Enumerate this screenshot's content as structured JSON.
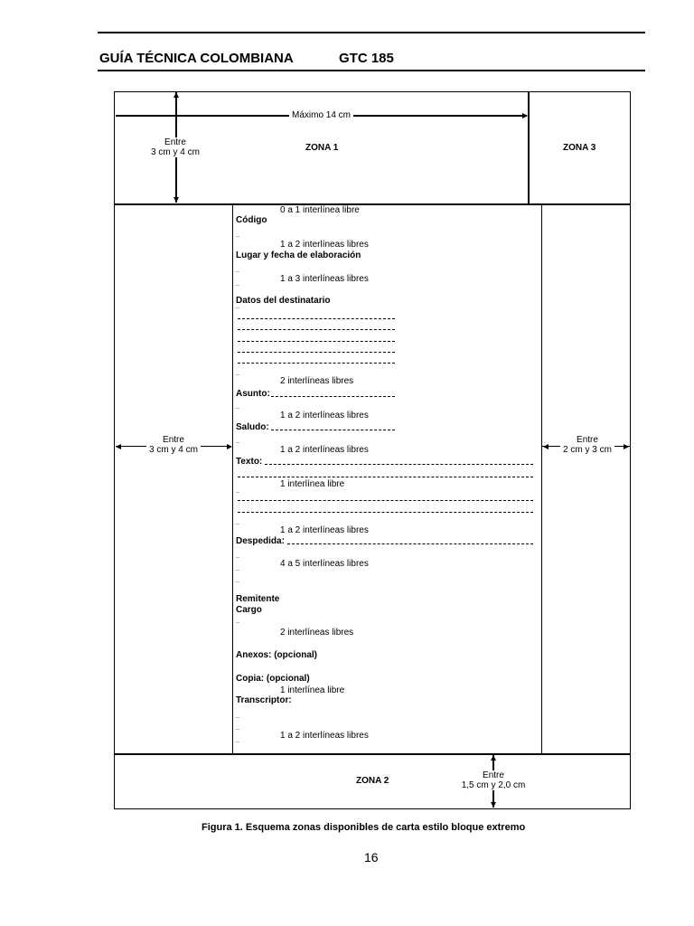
{
  "header": {
    "title": "GUÍA TÉCNICA COLOMBIANA",
    "code": "GTC 185"
  },
  "zones": {
    "max_width": "Máximo 14 cm",
    "top_height_line1": "Entre",
    "top_height_line2": "3 cm y 4 cm",
    "zone1": "ZONA 1",
    "zone3": "ZONA 3",
    "left_margin_line1": "Entre",
    "left_margin_line2": "3 cm y 4 cm",
    "right_margin_line1": "Entre",
    "right_margin_line2": "2 cm y 3 cm",
    "zone2": "ZONA 2",
    "bottom_margin_line1": "Entre",
    "bottom_margin_line2": "1,5 cm y 2,0 cm"
  },
  "letter": {
    "s1": "0 a 1 interlínea libre",
    "codigo": "Código",
    "s2": "1 a 2 interlíneas libres",
    "lugar_fecha": "Lugar y fecha de elaboración",
    "s3": "1 a 3 interlíneas libres",
    "destinatario": "Datos del destinatario",
    "s4": "2 interlíneas libres",
    "asunto": "Asunto:",
    "s5": "1 a 2 interlíneas libres",
    "saludo": "Saludo:",
    "s6": "1 a 2 interlíneas libres",
    "texto": "Texto:",
    "s7": "1 interlínea libre",
    "s8": "1 a 2 interlíneas libres",
    "despedida": "Despedida:",
    "s9": "4 a 5 interlíneas libres",
    "remitente": "Remitente",
    "cargo": "Cargo",
    "s10": "2 interlíneas libres",
    "anexos": "Anexos: (opcional)",
    "copia": "Copia: (opcional)",
    "s11": "1 interlínea libre",
    "transcriptor": "Transcriptor:",
    "s12": "1 a 2 interlíneas libres"
  },
  "caption": "Figura 1. Esquema zonas disponibles de carta estilo bloque extremo",
  "page_number": "16"
}
